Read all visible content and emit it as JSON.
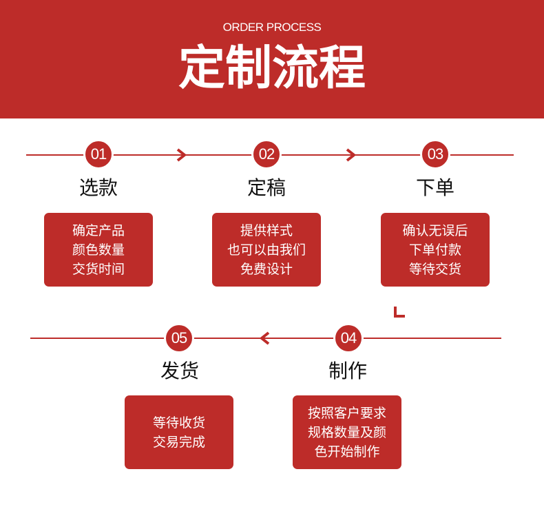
{
  "header": {
    "subtitle": "ORDER PROCESS",
    "title": "定制流程",
    "background_color": "#bd2c29"
  },
  "steps": [
    {
      "number": "01",
      "title": "选款",
      "description": "确定产品\n颜色数量\n交货时间"
    },
    {
      "number": "02",
      "title": "定稿",
      "description": "提供样式\n也可以由我们\n免费设计"
    },
    {
      "number": "03",
      "title": "下单",
      "description": "确认无误后\n下单付款\n等待交货"
    },
    {
      "number": "04",
      "title": "制作",
      "description": "按照客户要求\n规格数量及颜\n色开始制作"
    },
    {
      "number": "05",
      "title": "发货",
      "description": "等待收货\n交易完成"
    }
  ],
  "arrows": [
    "chevron-right-icon",
    "chevron-right-icon",
    "corner-down-left-icon",
    "chevron-left-icon"
  ]
}
